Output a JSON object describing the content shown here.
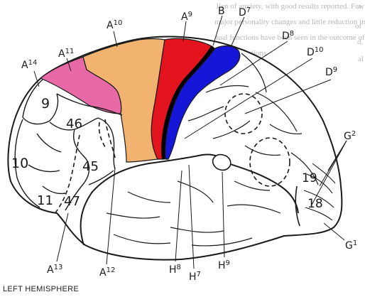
{
  "figure": {
    "caption": "LEFT HEMISPHERE",
    "background_text_lines": [
      "lien of anxiety, with good results reported. Few",
      "major personality changes and little reduction in intellec-",
      "tual functions have been seen in the outcome of",
      "these operations"
    ],
    "background_text_margin": [
      "a",
      "of",
      "d.",
      "al"
    ],
    "region_numbers": [
      "9",
      "46",
      "10",
      "45",
      "11",
      "47",
      "19",
      "18"
    ],
    "labels": {
      "A14": "A14",
      "A11": "A11",
      "A10": "A10",
      "A9": "A9",
      "B": "B",
      "D7": "D7",
      "D8": "D8",
      "D10": "D10",
      "D9": "D9",
      "G2": "G2",
      "G1": "G1",
      "A13": "A13",
      "A12": "A12",
      "H8": "H8",
      "H7": "H7",
      "H9": "H9"
    },
    "colors": {
      "pink": "#e76aa6",
      "orange": "#f2b370",
      "red": "#e3141d",
      "blue": "#1616d8",
      "black_band": "#000000",
      "outline": "#1a1a1a"
    }
  }
}
